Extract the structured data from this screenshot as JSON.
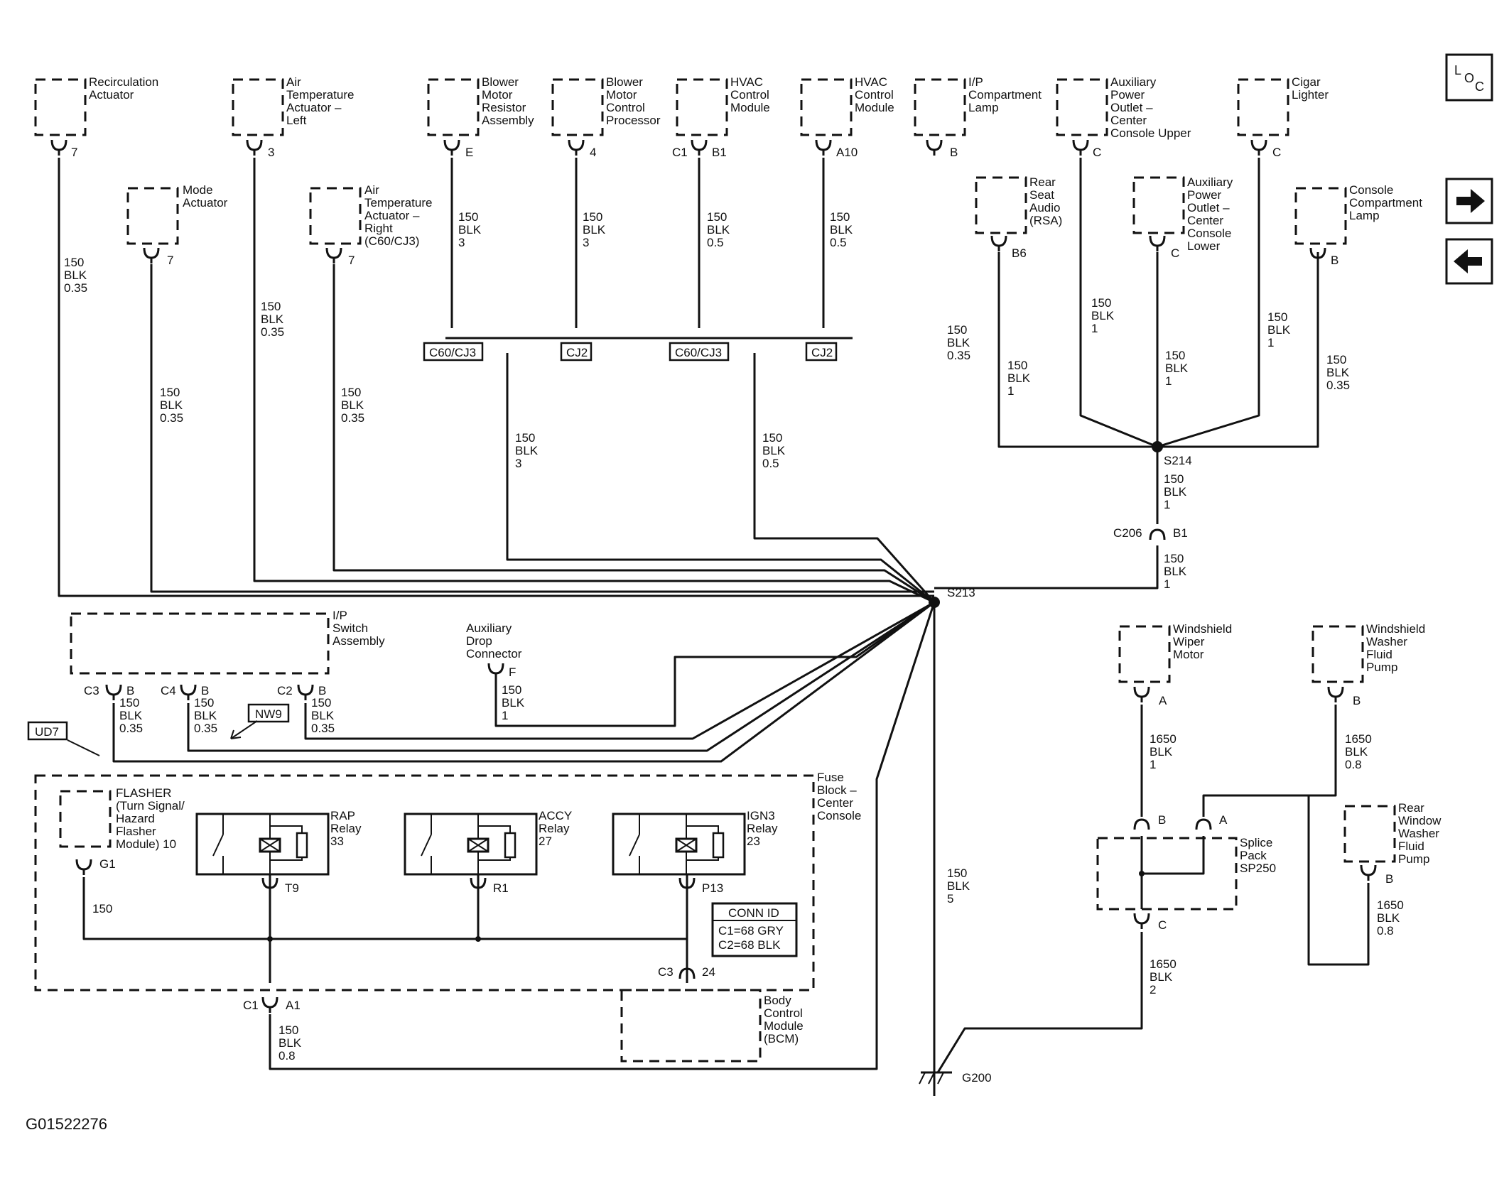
{
  "figure_id": "G01522276",
  "nav": {
    "loc_L": "L",
    "loc_O": "O",
    "loc_C": "C",
    "forward_icon": "arrow-right-icon",
    "back_icon": "arrow-left-icon"
  },
  "components": {
    "recirc": "Recirculation\nActuator",
    "air_left": "Air\nTemperature\nActuator –\nLeft",
    "blower_res": "Blower\nMotor\nResistor\nAssembly",
    "blower_proc": "Blower\nMotor\nControl\nProcessor",
    "hvac1": "HVAC\nControl\nModule",
    "hvac2": "HVAC\nControl\nModule",
    "ip_lamp": "I/P\nCompartment\nLamp",
    "aux_upper": "Auxiliary\nPower\nOutlet –\nCenter\nConsole Upper",
    "cigar": "Cigar\nLighter",
    "mode": "Mode\nActuator",
    "air_right": "Air\nTemperature\nActuator –\nRight\n(C60/CJ3)",
    "rsa": "Rear\nSeat\nAudio\n(RSA)",
    "aux_lower": "Auxiliary\nPower\nOutlet –\nCenter\nConsole\nLower",
    "console_lamp": "Console\nCompartment\nLamp",
    "ip_switch": "I/P\nSwitch\nAssembly",
    "aux_drop": "Auxiliary\nDrop\nConnector",
    "wiper": "Windshield\nWiper\nMotor",
    "washer": "Windshield\nWasher\nFluid\nPump",
    "rear_washer": "Rear\nWindow\nWasher\nFluid\nPump",
    "splice_pack": "Splice\nPack\nSP250",
    "fuse_block": "Fuse\nBlock –\nCenter\nConsole",
    "flasher": "FLASHER\n(Turn Signal/\nHazard\nFlasher\nModule) 10",
    "rap": "RAP\nRelay\n33",
    "accy": "ACCY\nRelay\n27",
    "ign3": "IGN3\nRelay\n23",
    "bcm": "Body\nControl\nModule\n(BCM)"
  },
  "pins": {
    "recirc": "7",
    "air_left": "3",
    "blower_res": "E",
    "blower_proc": "4",
    "hvac1_conn": "C1",
    "hvac1_pin": "B1",
    "hvac2": "A10",
    "ip_lamp": "B",
    "aux_upper": "C",
    "cigar": "C",
    "mode": "7",
    "air_right": "7",
    "rsa": "B6",
    "aux_lower": "C",
    "console_lamp": "B",
    "sw_c3": "C3",
    "sw_b1": "B",
    "sw_c4": "C4",
    "sw_b2": "B",
    "sw_c2": "C2",
    "sw_b3": "B",
    "aux_drop": "F",
    "wiper": "A",
    "washer": "B",
    "sp_b": "B",
    "sp_a": "A",
    "sp_c": "C",
    "rear_washer": "B",
    "c206": "C206",
    "c206_pin": "B1",
    "flasher": "G1",
    "rap": "T9",
    "accy": "R1",
    "ign3": "P13",
    "c3": "C3",
    "c3_pin": "24",
    "c1": "C1",
    "c1_pin": "A1"
  },
  "wires": {
    "w_recirc": "150\nBLK\n0.35",
    "w_air_left": "150\nBLK\n0.35",
    "w_blower_res": "150\nBLK\n3",
    "w_blower_proc": "150\nBLK\n3",
    "w_hvac1": "150\nBLK\n0.5",
    "w_hvac2": "150\nBLK\n0.5",
    "w_ip_lamp": "150\nBLK\n0.35",
    "w_aux_upper": "150\nBLK\n1",
    "w_cigar": "150\nBLK\n1",
    "w_mode": "150\nBLK\n0.35",
    "w_air_right": "150\nBLK\n0.35",
    "w_rsa": "150\nBLK\n1",
    "w_aux_lower": "150\nBLK\n1",
    "w_console_lamp": "150\nBLK\n0.35",
    "w_blower_merge": "150\nBLK\n3",
    "w_hvac_merge": "150\nBLK\n0.5",
    "w_s214_c206": "150\nBLK\n1",
    "w_c206_s213": "150\nBLK\n1",
    "w_sw1": "150\nBLK\n0.35",
    "w_sw2": "150\nBLK\n0.35",
    "w_sw3": "150\nBLK\n0.35",
    "w_aux_drop": "150\nBLK\n1",
    "w_flasher": "150",
    "w_c1": "150\nBLK\n0.8",
    "w_s213_ground": "150\nBLK\n5",
    "w_wiper": "1650\nBLK\n1",
    "w_washer": "1650\nBLK\n0.8",
    "w_rear_washer": "1650\nBLK\n0.8",
    "w_sp_ground": "1650\nBLK\n2"
  },
  "tags": {
    "c60_a": "C60/CJ3",
    "cj2_a": "CJ2",
    "c60_b": "C60/CJ3",
    "cj2_b": "CJ2",
    "ud7": "UD7",
    "nw9": "NW9"
  },
  "splices": {
    "s213": "S213",
    "s214": "S214"
  },
  "ground": "G200",
  "conn_id": {
    "title": "CONN ID",
    "c1": "C1=68 GRY",
    "c2": "C2=68 BLK"
  }
}
